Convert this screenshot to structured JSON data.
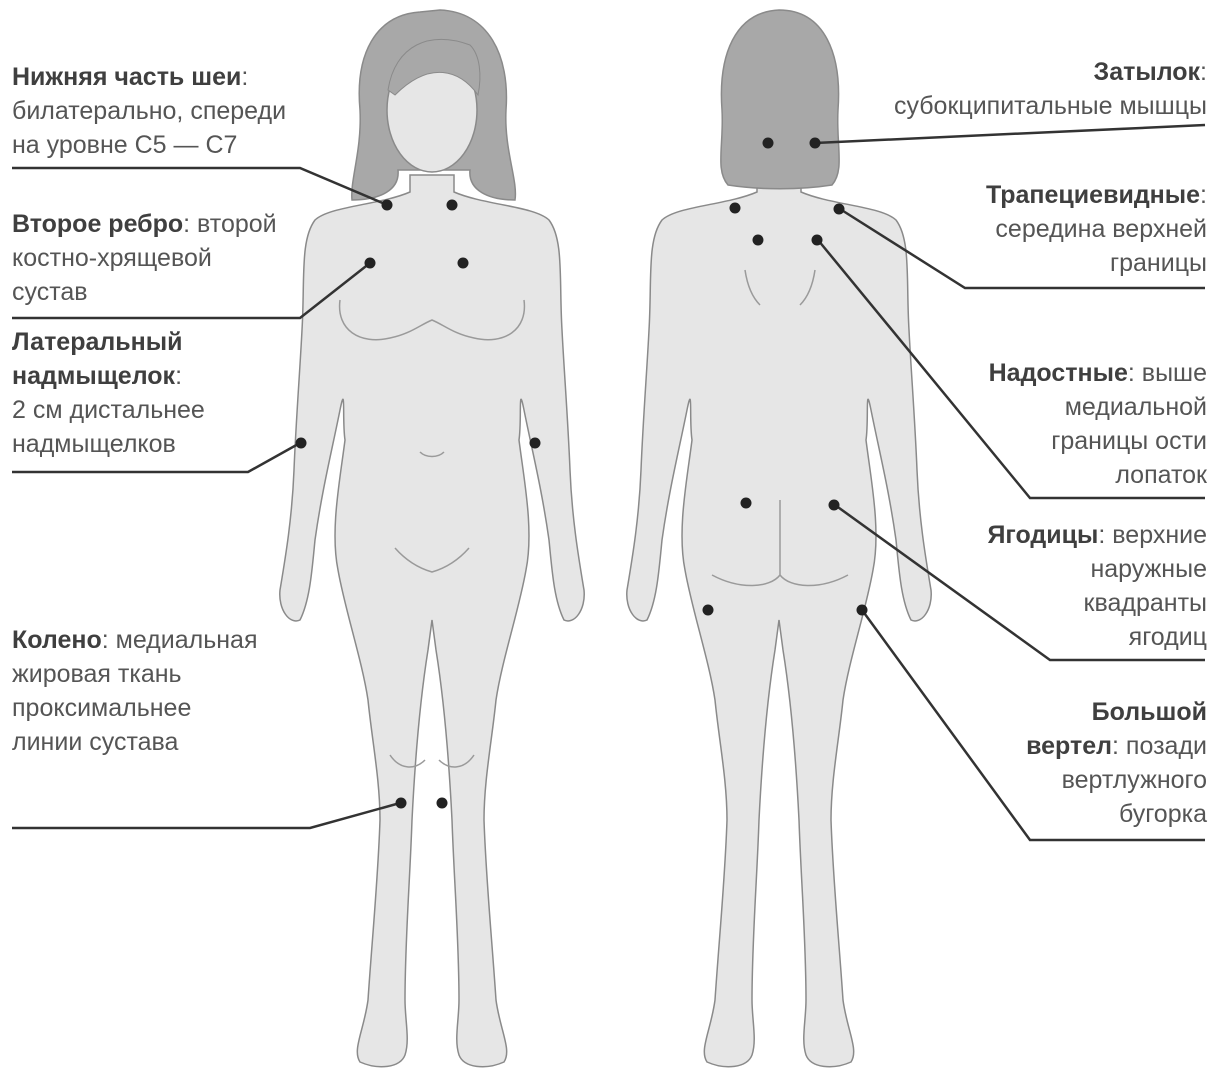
{
  "colors": {
    "body_fill": "#e6e6e6",
    "body_stroke": "#8a8a8a",
    "hair_fill": "#a8a8a8",
    "point": "#222222",
    "leader": "#333333",
    "text": "#555555"
  },
  "figures": {
    "front": "front-view-female-figure",
    "back": "back-view-female-figure"
  },
  "labels": {
    "neck": {
      "title": "Нижняя часть шеи",
      "sep": ":",
      "lines": [
        "билатерально, спереди",
        "на уровне С5 — С7"
      ]
    },
    "rib": {
      "title": "Второе ребро",
      "sep": ":",
      "inline": " второй",
      "lines": [
        "костно-хрящевой",
        "сустав"
      ]
    },
    "epicondyle": {
      "title_1": "Латеральный",
      "title_2": "надмыщелок",
      "sep": ":",
      "lines": [
        "2 см дистальнее",
        "надмыщелков"
      ]
    },
    "knee": {
      "title": "Колено",
      "sep": ":",
      "inline": " медиальная",
      "lines": [
        "жировая ткань",
        "проксимальнее",
        "линии сустава"
      ]
    },
    "occiput": {
      "title": "Затылок",
      "sep": ":",
      "lines": [
        "субокципитальные мышцы"
      ]
    },
    "trapezius": {
      "title": "Трапециевидные",
      "sep": ":",
      "lines": [
        "середина верхней",
        "границы"
      ]
    },
    "supraspinatus": {
      "title": "Надостные",
      "sep": ":",
      "inline": " выше",
      "lines": [
        "медиальной",
        "границы ости",
        "лопаток"
      ]
    },
    "gluteal": {
      "title": "Ягодицы",
      "sep": ":",
      "inline": " верхние",
      "lines": [
        "наружные",
        "квадранты",
        "ягодиц"
      ]
    },
    "trochanter": {
      "title_1": "Большой",
      "title_2": "вертел",
      "sep": ":",
      "inline": " позади",
      "lines": [
        "вертлужного",
        "бугорка"
      ]
    }
  }
}
